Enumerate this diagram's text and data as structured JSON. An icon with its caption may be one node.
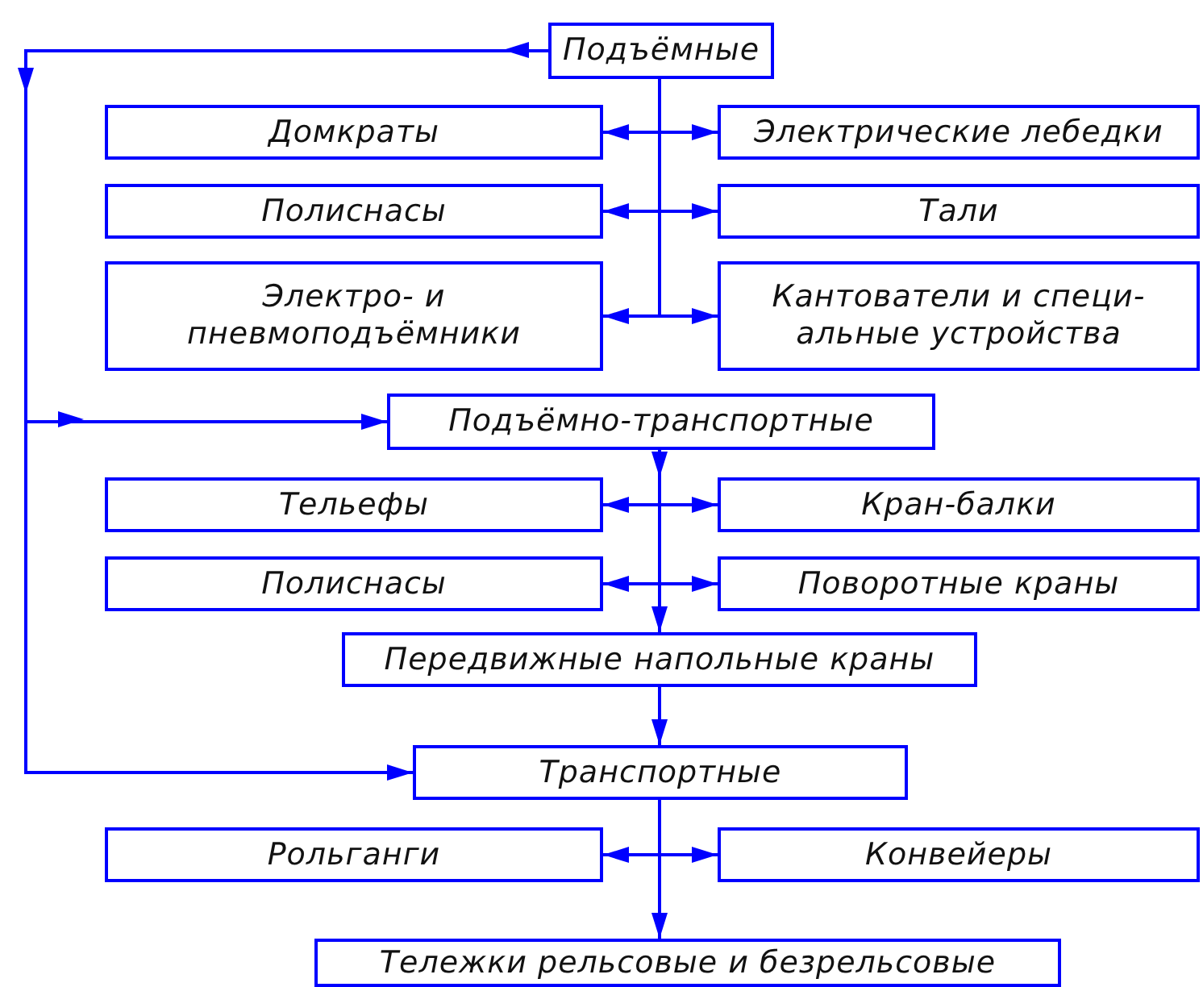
{
  "diagram": {
    "nodes": [
      {
        "text": [
          "Подъёмные"
        ]
      },
      {
        "text": [
          "Домкраты"
        ]
      },
      {
        "text": [
          "Электрические лебедки"
        ]
      },
      {
        "text": [
          "Полиснасы"
        ]
      },
      {
        "text": [
          "Тали"
        ]
      },
      {
        "text": [
          "Электро- и пневмоподъёмники"
        ]
      },
      {
        "text": [
          "Кантователи и специ- альные устройства"
        ]
      },
      {
        "text": [
          "Подъёмно-транспортные"
        ]
      },
      {
        "text": [
          "Тельефы"
        ]
      },
      {
        "text": [
          "Кран-балки"
        ]
      },
      {
        "text": [
          "Полиснасы"
        ]
      },
      {
        "text": [
          "Поворотные краны"
        ]
      },
      {
        "text": [
          "Передвижные напольные краны"
        ]
      },
      {
        "text": [
          "Транспортные"
        ]
      },
      {
        "text": [
          "Рольганги"
        ]
      },
      {
        "text": [
          "Конвейеры"
        ]
      },
      {
        "text": [
          "Тележки рельсовые и безрельсовые"
        ]
      }
    ],
    "edges": [
      {
        "from": 0,
        "to": 7,
        "arrow": "to"
      },
      {
        "from": 0,
        "to": 13,
        "arrow": "to"
      },
      {
        "from": 0,
        "to": 1,
        "arrow": "to"
      },
      {
        "from": 0,
        "to": 2,
        "arrow": "to"
      },
      {
        "from": 0,
        "to": 3,
        "arrow": "to"
      },
      {
        "from": 0,
        "to": 4,
        "arrow": "to"
      },
      {
        "from": 0,
        "to": 5,
        "arrow": "to"
      },
      {
        "from": 0,
        "to": 6,
        "arrow": "to"
      },
      {
        "from": 7,
        "to": 12,
        "arrow": "to"
      },
      {
        "from": 7,
        "to": 8,
        "arrow": "to"
      },
      {
        "from": 7,
        "to": 9,
        "arrow": "to"
      },
      {
        "from": 7,
        "to": 10,
        "arrow": "to"
      },
      {
        "from": 7,
        "to": 11,
        "arrow": "to"
      },
      {
        "from": 12,
        "to": 13,
        "arrow": "to"
      },
      {
        "from": 13,
        "to": 14,
        "arrow": "to"
      },
      {
        "from": 13,
        "to": 15,
        "arrow": "to"
      },
      {
        "from": 13,
        "to": 16,
        "arrow": "to"
      }
    ]
  }
}
